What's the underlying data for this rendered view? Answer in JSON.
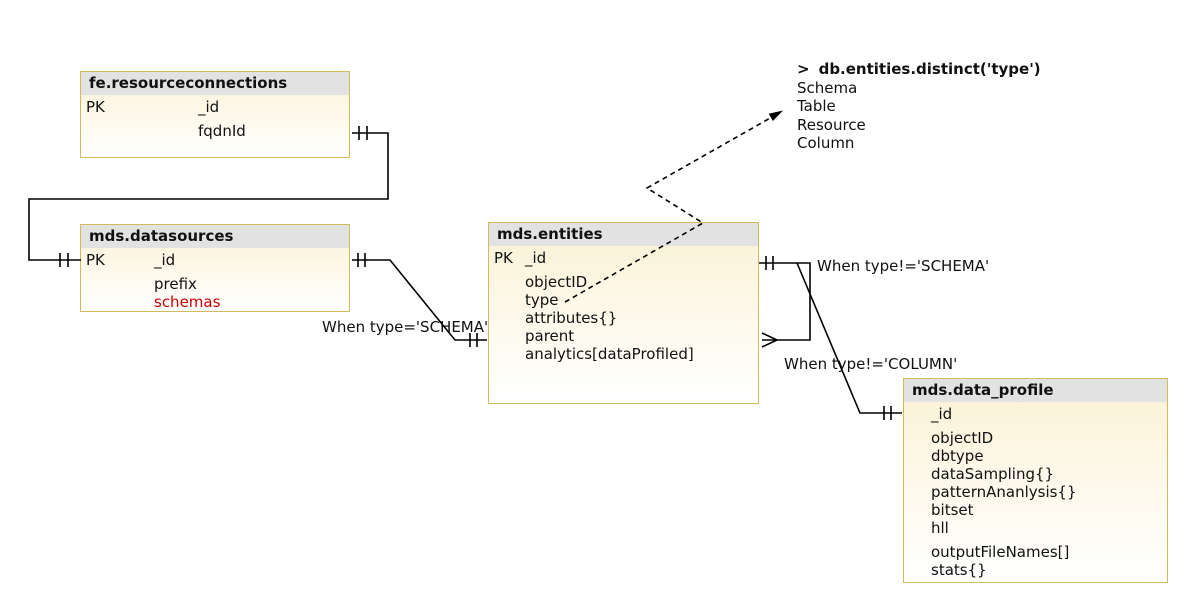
{
  "diagram": {
    "note": {
      "prompt": ">",
      "command": "db.entities.distinct('type')",
      "type_values": [
        "Schema",
        "Table",
        "Resource",
        "Column"
      ]
    },
    "tables": {
      "fe_resourceconnections": {
        "title": "fe.resourceconnections",
        "rows": [
          {
            "key": "PK",
            "name": "_id"
          },
          {
            "key": "",
            "name": "fqdnId"
          }
        ]
      },
      "mds_datasources": {
        "title": "mds.datasources",
        "rows": [
          {
            "key": "PK",
            "name": "_id"
          },
          {
            "key": "",
            "name": "prefix"
          },
          {
            "key": "",
            "name": "schemas"
          }
        ]
      },
      "mds_entities": {
        "title": "mds.entities",
        "rows": [
          {
            "key": "PK",
            "name": "_id"
          },
          {
            "key": "",
            "name": "objectID"
          },
          {
            "key": "",
            "name": "type"
          },
          {
            "key": "",
            "name": "attributes{}"
          },
          {
            "key": "",
            "name": "parent"
          },
          {
            "key": "",
            "name": "analytics[dataProfiled]"
          }
        ]
      },
      "mds_data_profile": {
        "title": "mds.data_profile",
        "rows": [
          {
            "name": "_id"
          },
          {
            "name": "objectID"
          },
          {
            "name": "dbtype"
          },
          {
            "name": "dataSampling{}"
          },
          {
            "name": "patternAnanlysis{}"
          },
          {
            "name": "bitset"
          },
          {
            "name": "hll"
          },
          {
            "name": "outputFileNames[]"
          },
          {
            "name": "stats{}"
          }
        ]
      }
    },
    "relationship_labels": {
      "schema_eq": "When type='SCHEMA'",
      "schema_neq": "When type!='SCHEMA'",
      "column_neq": "When type!='COLUMN'"
    },
    "colors": {
      "table_border": "#d4ba5e",
      "header_bg": "#e2e2e2",
      "body_gradient_top": "#faf1d4",
      "body_gradient_bottom": "#ffffff",
      "highlight_field": "#cc0000",
      "line": "#000000"
    }
  }
}
